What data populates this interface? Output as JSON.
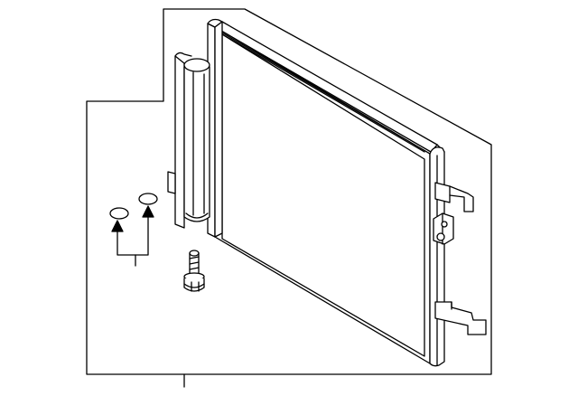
{
  "diagram": {
    "kind": "exploded parts illustration",
    "parts": [
      {
        "name": "condenser-core",
        "label": ""
      },
      {
        "name": "receiver-drier",
        "label": ""
      },
      {
        "name": "seal-rings",
        "label": ""
      },
      {
        "name": "bolt",
        "label": ""
      }
    ],
    "line_color": "#000000",
    "background_color": "#ffffff"
  }
}
